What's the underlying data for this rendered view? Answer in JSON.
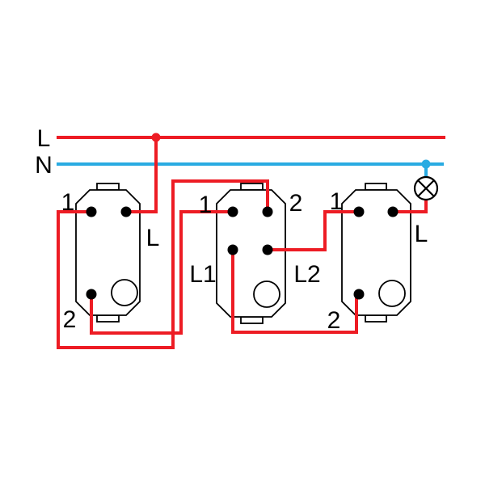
{
  "diagram": {
    "kind": "electrical wiring diagram",
    "description": "Staircase lighting circuit: two two-way switches and one intermediate switch controlling a lamp from live L and neutral N",
    "colors": {
      "live_wire": "#ed1c24",
      "neutral_wire": "#29abe2",
      "outline": "#000000",
      "background": "#ffffff"
    },
    "supply": {
      "live_label": "L",
      "neutral_label": "N"
    },
    "switches": {
      "left": {
        "type": "two-way switch",
        "terminal_labels": {
          "t1": "1",
          "common": "L",
          "t2": "2"
        }
      },
      "middle": {
        "type": "intermediate switch",
        "terminal_labels": {
          "t1": "1",
          "t2": "2",
          "l1": "L1",
          "l2": "L2"
        }
      },
      "right": {
        "type": "two-way switch",
        "terminal_labels": {
          "t1": "1",
          "common": "L",
          "t2": "2"
        }
      }
    },
    "lamp": {
      "symbol": "circle with diagonal cross"
    },
    "connections": [
      "Live L line (junction dot) feeds left switch common terminal L",
      "Left switch terminal 1 wires to intermediate switch terminal 2",
      "Left switch terminal 2 wires to intermediate switch terminal 1",
      "Intermediate switch terminal L1 wires to right switch terminal 2",
      "Intermediate switch terminal L2 wires to right switch terminal 1",
      "Right switch common terminal L wires to lamp",
      "Lamp connects up to neutral N line (junction dot)"
    ]
  }
}
